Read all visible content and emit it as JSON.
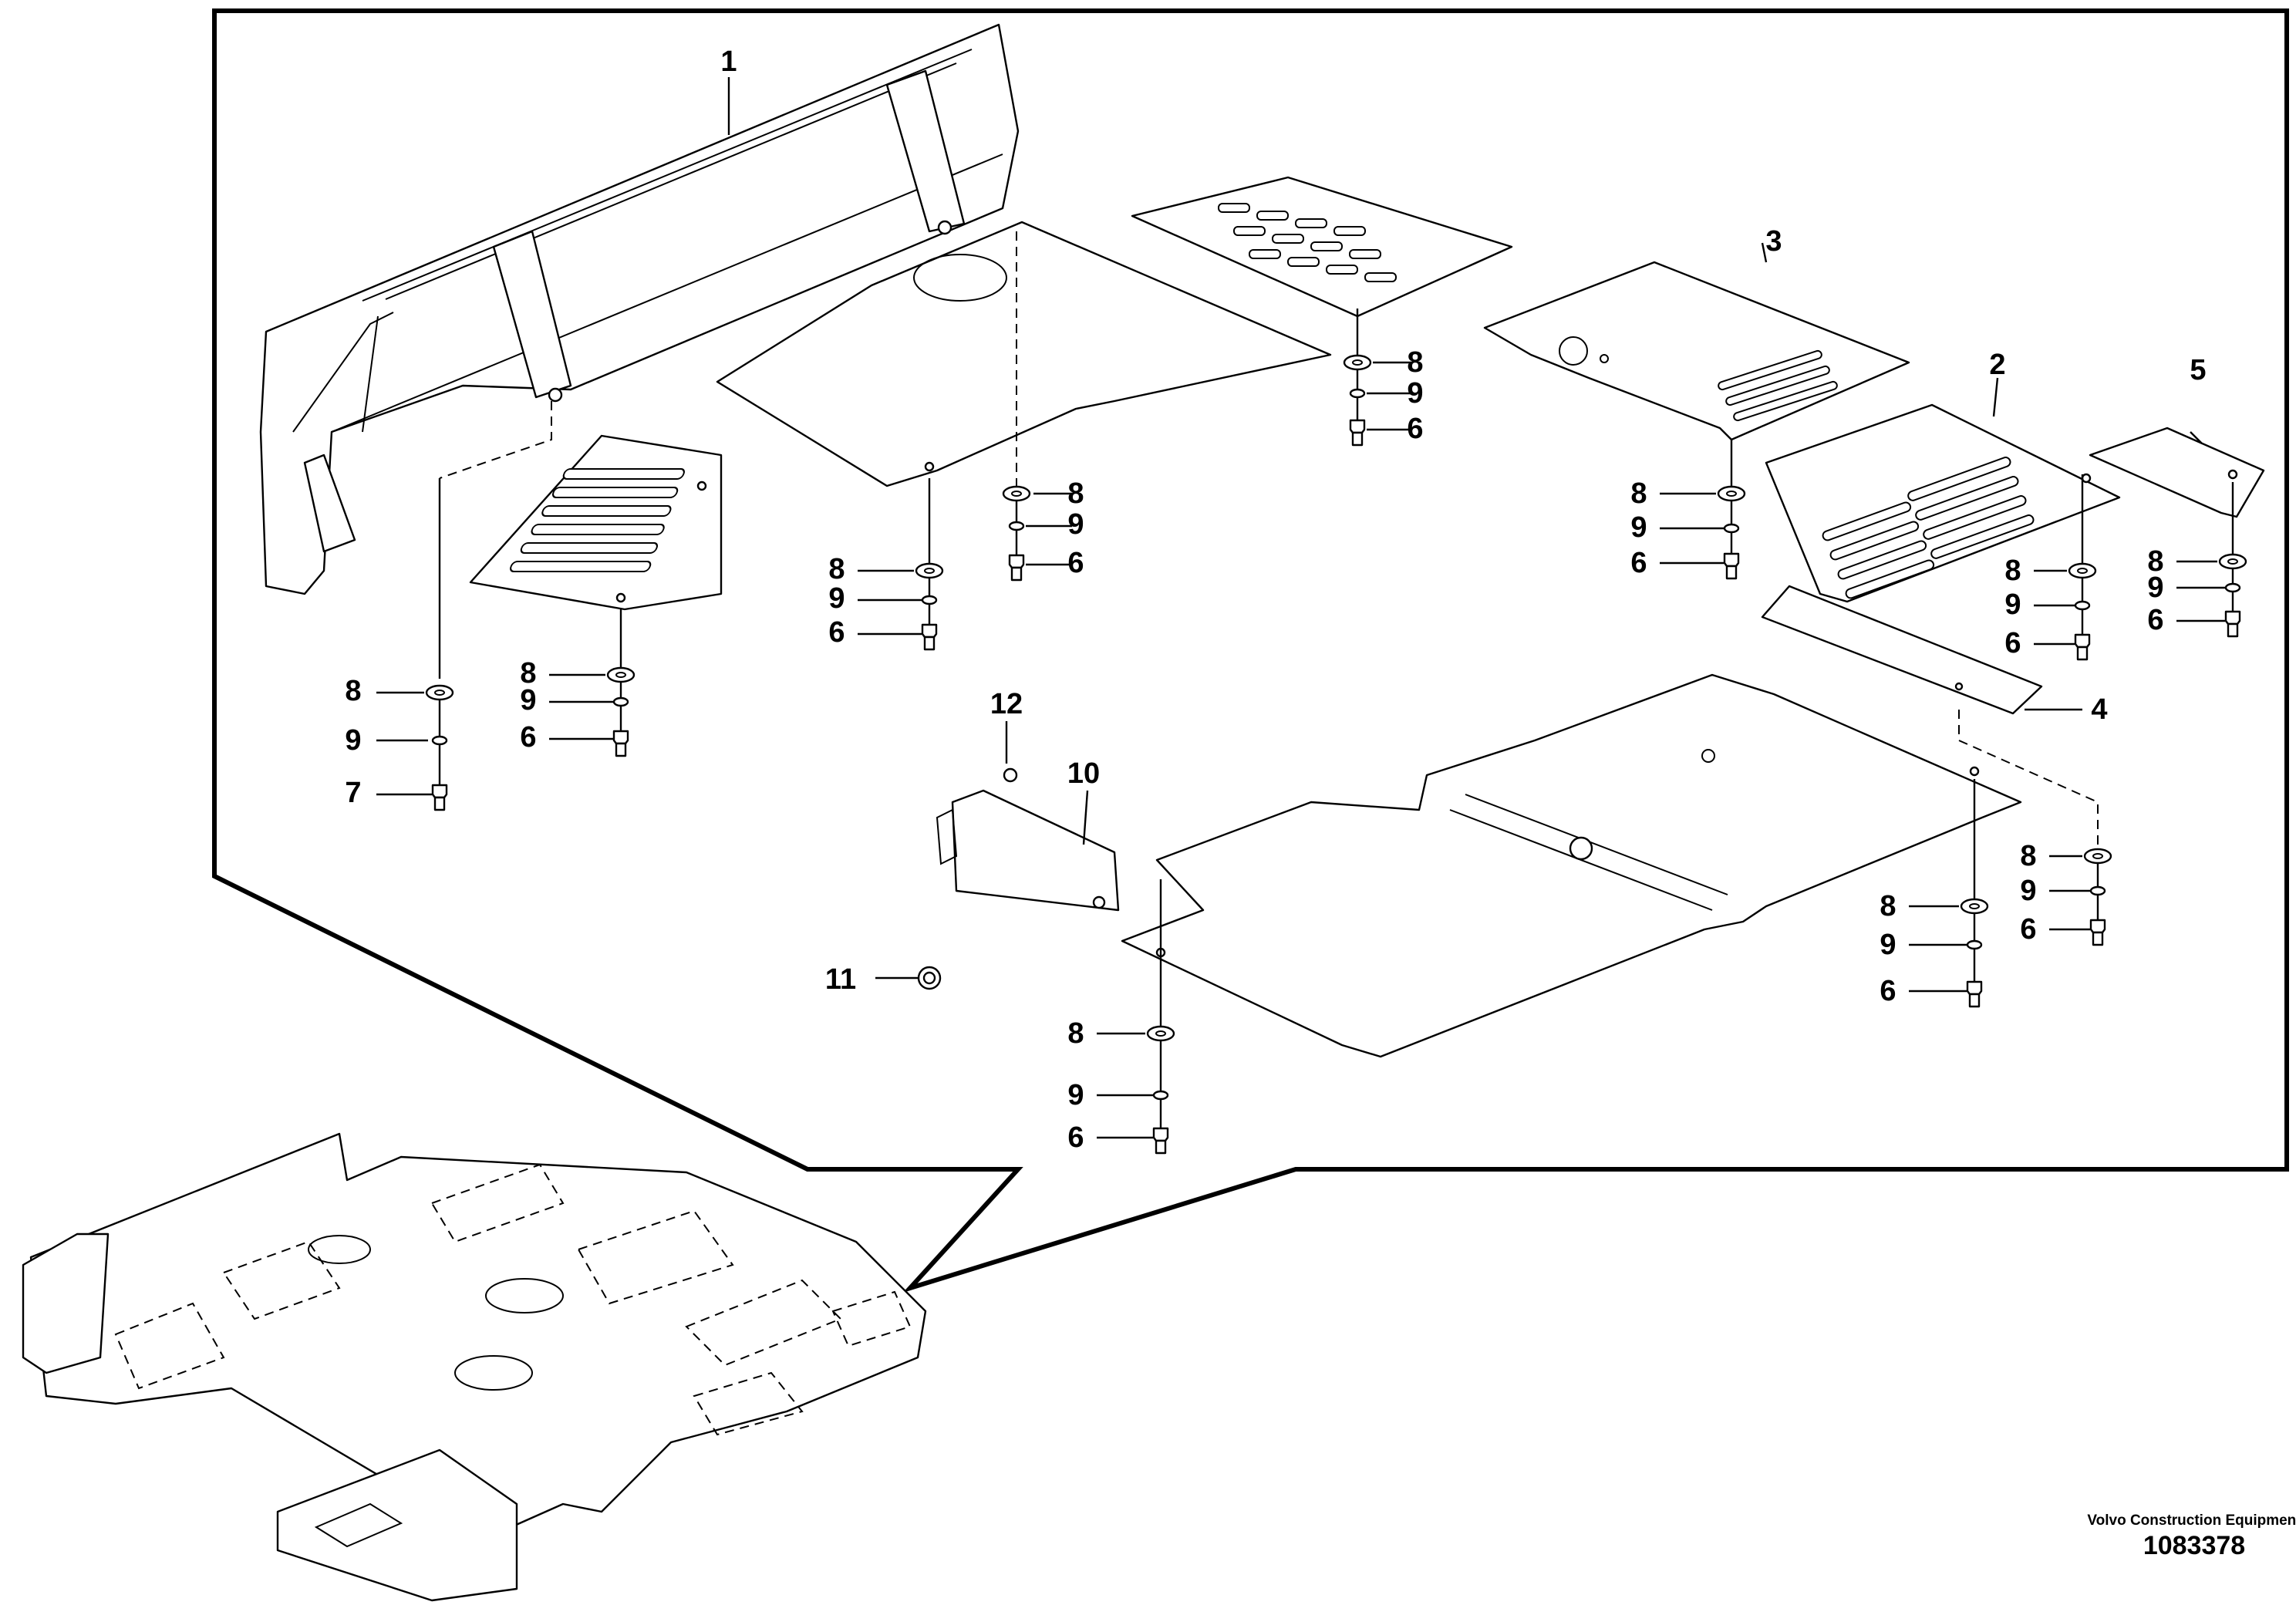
{
  "labels": {
    "p1": "1",
    "p2": "2",
    "p3": "3",
    "p4": "4",
    "p5": "5",
    "p6": "6",
    "p7": "7",
    "p8": "8",
    "p9": "9",
    "p10": "10",
    "p11": "11",
    "p12": "12"
  },
  "manufacturer": "Volvo Construction Equipment",
  "drawing_number": "1083378"
}
